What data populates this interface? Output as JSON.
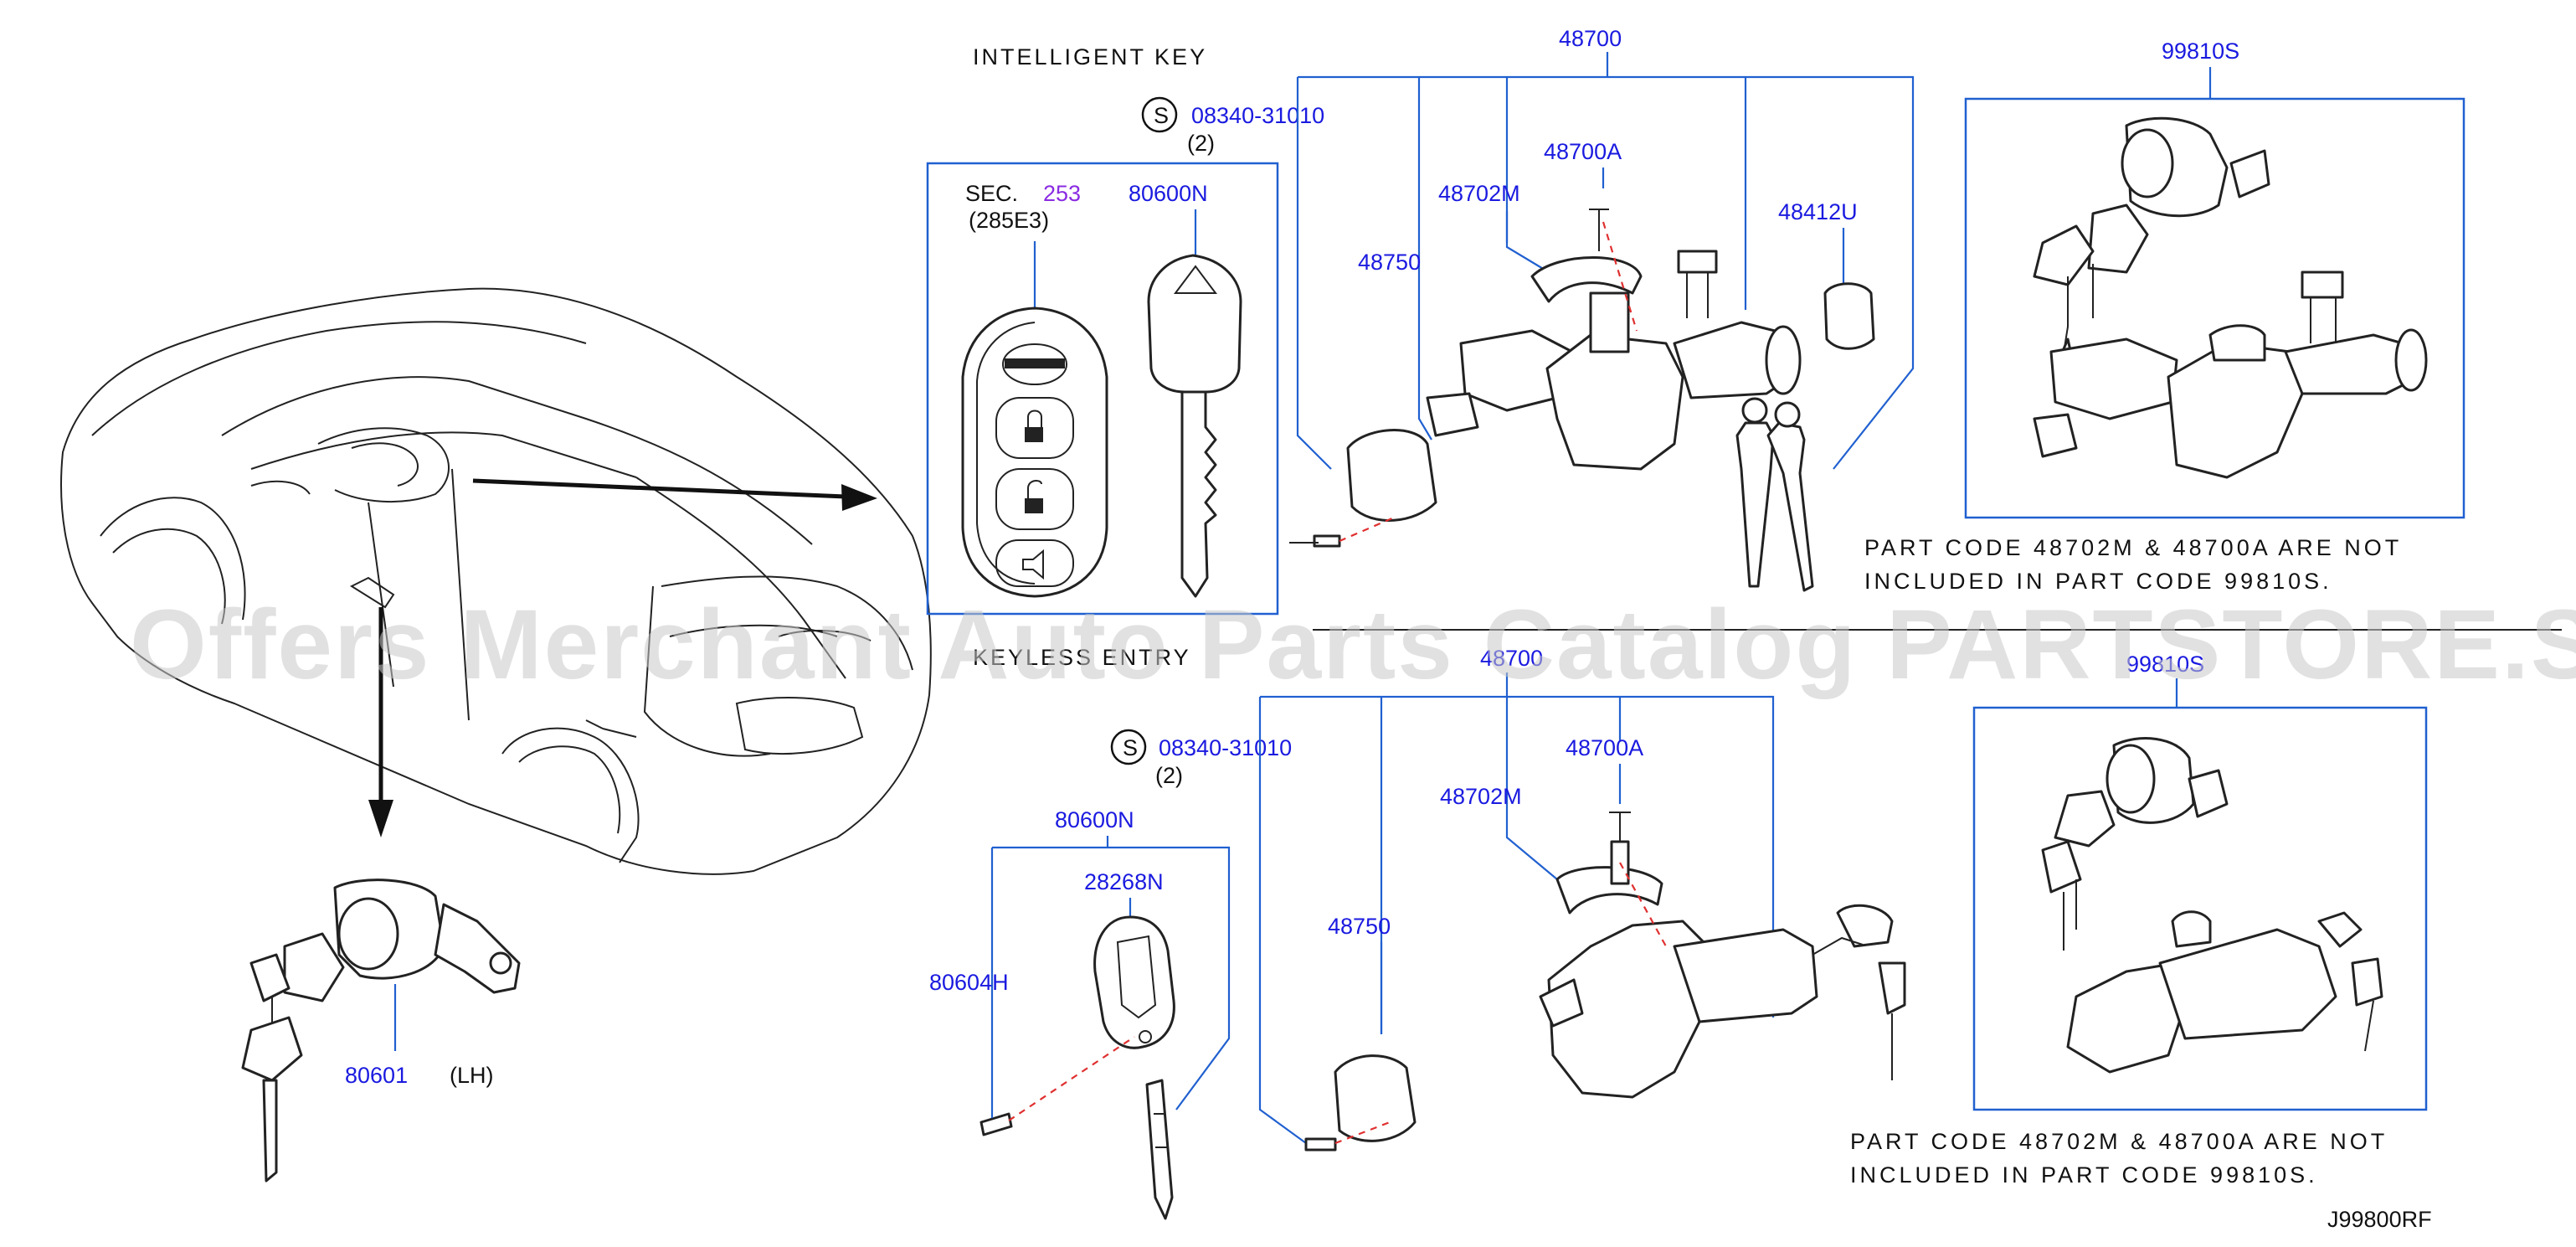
{
  "diagram": {
    "code": "J99800RF",
    "watermark": "Offers Merchant Auto Parts Catalog PARTSTORE.SA",
    "sections": {
      "top_title": "INTELLIGENT   KEY",
      "bottom_title": "KEYLESS   ENTRY"
    },
    "labels": {
      "p48700_top": "48700",
      "p99810s_top": "99810S",
      "s_symbol": "S",
      "screw_top": "08340-31010",
      "qty_top": "(2)",
      "sec": "SEC.",
      "sec_num": "253",
      "sec_sub": "(285E3)",
      "p80600n_top": "80600N",
      "p48700a_top": "48700A",
      "p48702m_top": "48702M",
      "p48412u": "48412U",
      "p48750_top": "48750",
      "p48700_bot": "48700",
      "p99810s_bot": "99810S",
      "screw_bot": "08340-31010",
      "qty_bot": "(2)",
      "p48700a_bot": "48700A",
      "p48702m_bot": "48702M",
      "p80600n_bot": "80600N",
      "p28268n": "28268N",
      "p48750_bot": "48750",
      "p80604h": "80604H",
      "p80601": "80601",
      "lh": "(LH)"
    },
    "notes": {
      "top_line1": "PART  CODE  48702M  &  48700A  ARE  NOT",
      "top_line2": "INCLUDED  IN  PART  CODE  99810S.",
      "bot_line1": "PART  CODE  48702M  &  48700A  ARE  NOT",
      "bot_line2": "INCLUDED  IN  PART  CODE  99810S."
    }
  }
}
